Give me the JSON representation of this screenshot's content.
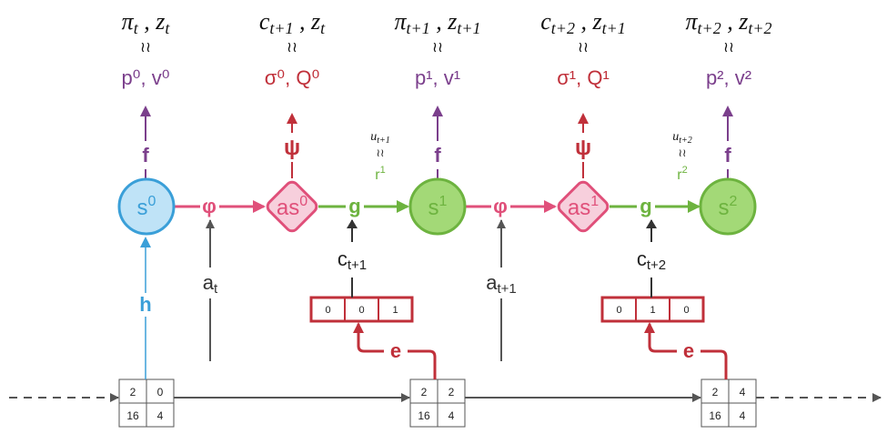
{
  "colors": {
    "purple": "#7b3f8c",
    "red": "#c0303a",
    "pink": "#e0507a",
    "pink_fill": "#f7cfdc",
    "green": "#6db33f",
    "green_fill": "#a3d977",
    "blue": "#3a9fd8",
    "blue_fill": "#bfe3f7",
    "grey": "#555555"
  },
  "top_labels": [
    {
      "math_main": "π",
      "math_sub": "t",
      "sep": " , ",
      "math_main2": "z",
      "math_sub2": "t",
      "approx": "≀≀",
      "latent": "p⁰, v⁰",
      "color": "purple"
    },
    {
      "math_main": "c",
      "math_sub": "t+1",
      "sep": " , ",
      "math_main2": "z",
      "math_sub2": "t",
      "approx": "≀≀",
      "latent": "σ⁰, Q⁰",
      "color": "red"
    },
    {
      "math_main": "π",
      "math_sub": "t+1",
      "sep": " , ",
      "math_main2": "z",
      "math_sub2": "t+1",
      "approx": "≀≀",
      "latent": "p¹, v¹",
      "color": "purple"
    },
    {
      "math_main": "c",
      "math_sub": "t+2",
      "sep": " , ",
      "math_main2": "z",
      "math_sub2": "t+1",
      "approx": "≀≀",
      "latent": "σ¹, Q¹",
      "color": "red"
    },
    {
      "math_main": "π",
      "math_sub": "t+2",
      "sep": " , ",
      "math_main2": "z",
      "math_sub2": "t+2",
      "approx": "≀≀",
      "latent": "p², v²",
      "color": "purple"
    }
  ],
  "reward_labels": [
    {
      "u_main": "u",
      "u_sub": "t+1",
      "approx": "≀≀",
      "r": "r",
      "r_sup": "1"
    },
    {
      "u_main": "u",
      "u_sub": "t+2",
      "approx": "≀≀",
      "r": "r",
      "r_sup": "2"
    }
  ],
  "nodes": {
    "s0": {
      "base": "s",
      "sup": "0"
    },
    "as0": {
      "base": "as",
      "sup": "0"
    },
    "s1": {
      "base": "s",
      "sup": "1"
    },
    "as1": {
      "base": "as",
      "sup": "1"
    },
    "s2": {
      "base": "s",
      "sup": "2"
    }
  },
  "functions": {
    "f": "f",
    "psi": "ψ",
    "phi": "φ",
    "g": "g",
    "h": "h",
    "e": "e"
  },
  "actions": [
    {
      "base": "a",
      "sub": "t"
    },
    {
      "base": "a",
      "sub": "t+1"
    }
  ],
  "chance": [
    {
      "base": "c",
      "sub": "t+1",
      "onehot": [
        "0",
        "0",
        "1"
      ]
    },
    {
      "base": "c",
      "sub": "t+2",
      "onehot": [
        "0",
        "1",
        "0"
      ]
    }
  ],
  "grids": [
    {
      "cells": [
        [
          "2",
          "0"
        ],
        [
          "16",
          "4"
        ]
      ]
    },
    {
      "cells": [
        [
          "2",
          "2"
        ],
        [
          "16",
          "4"
        ]
      ]
    },
    {
      "cells": [
        [
          "2",
          "4"
        ],
        [
          "16",
          "4"
        ]
      ]
    }
  ]
}
